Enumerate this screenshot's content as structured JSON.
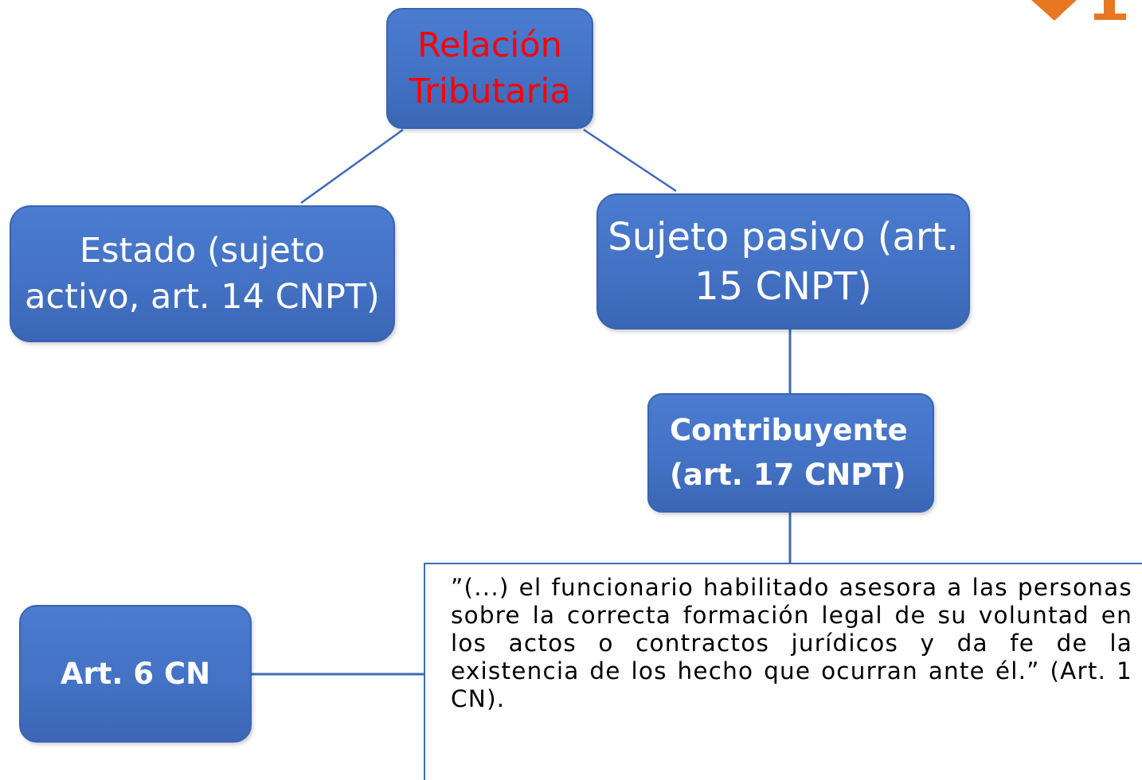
{
  "nodes": {
    "relacion": {
      "line1": "Relación",
      "line2": "Tributaria"
    },
    "estado": {
      "line1": "Estado (sujeto",
      "line2": "activo, art. 14 CNPT)"
    },
    "sujeto": {
      "line1": "Sujeto pasivo (art.",
      "line2": "15 CNPT)"
    },
    "contribuyente": {
      "line1": "Contribuyente",
      "line2": "(art. 17 CNPT)"
    },
    "art6": {
      "label": "Art. 6 CN"
    }
  },
  "quote": {
    "text": "”(...) el funcionario habilitado asesora a las personas sobre la correcta formación legal de su voluntad en los actos o contractos jurídicos y da fe de la existencia de los hecho que ocurran ante él.” (Art. 1 CN)."
  },
  "colors": {
    "node_fill": "#4472c4",
    "title_text": "#ff0000",
    "node_text": "#ffffff",
    "connector": "#3e6bb8",
    "logo_accent": "#e87722"
  },
  "icons": {
    "logo": "partial-logo-icon"
  }
}
